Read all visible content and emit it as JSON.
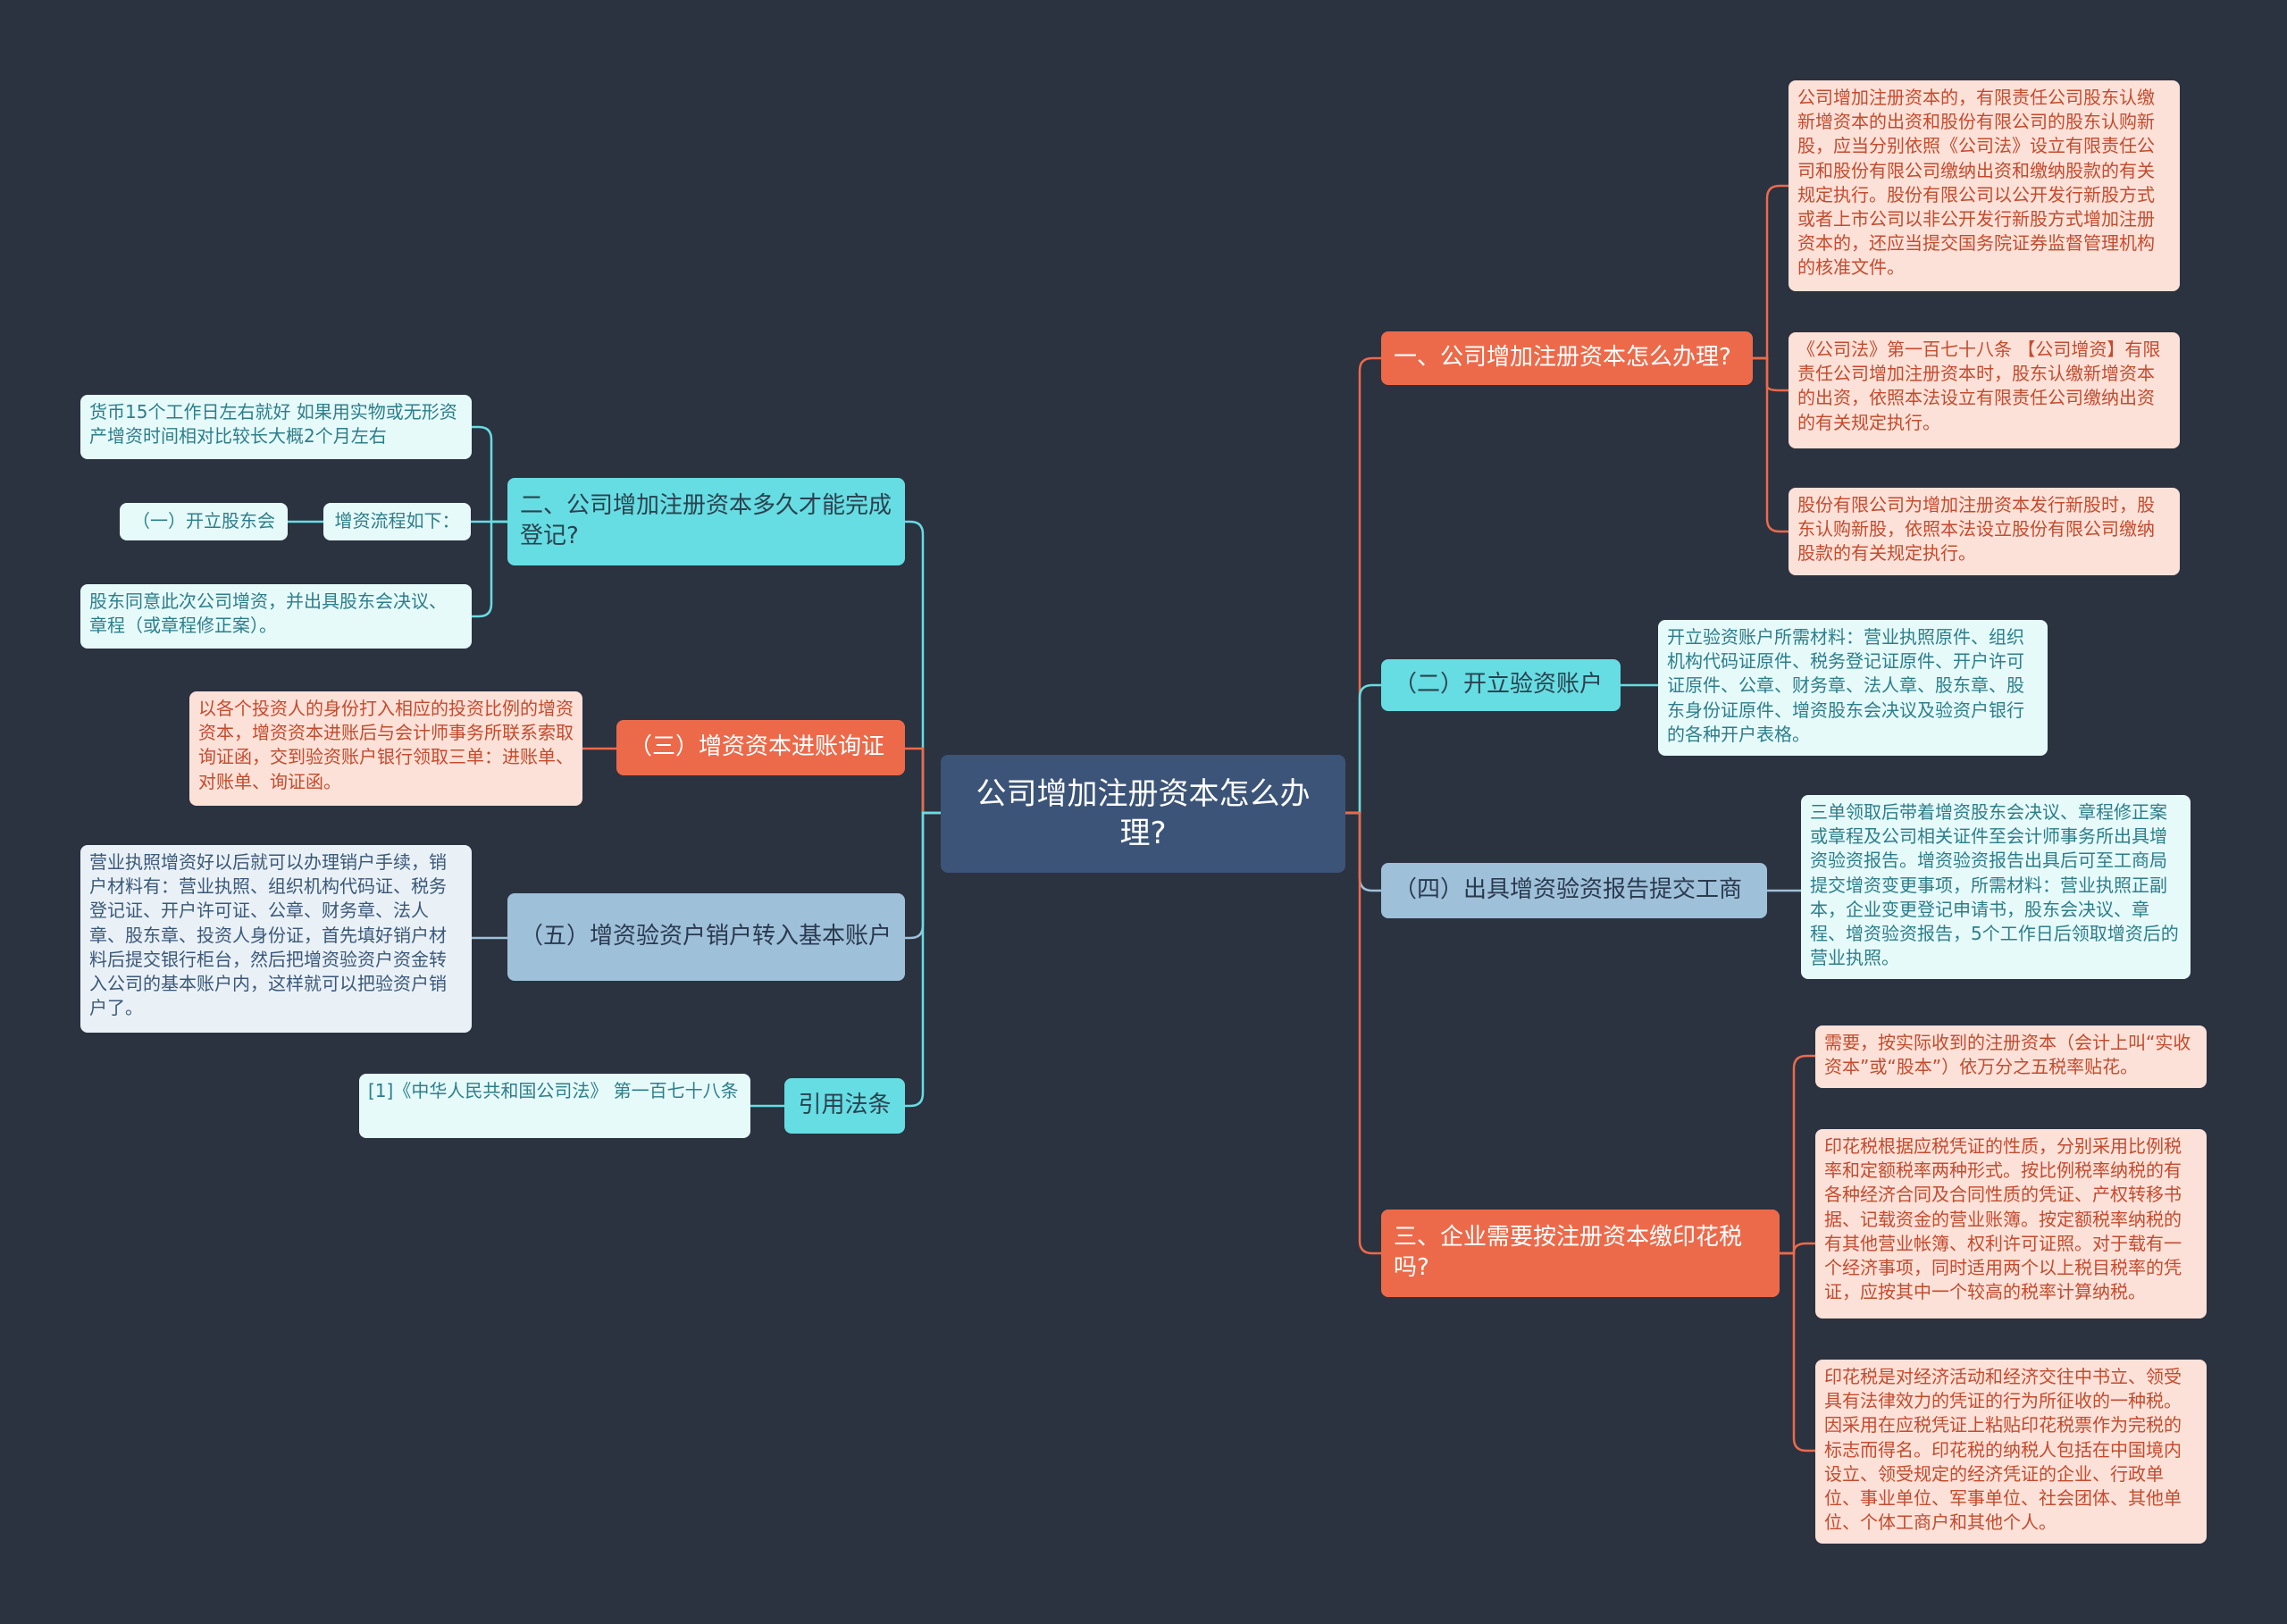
{
  "mindmap": {
    "root": "公司增加注册资本怎么办理?",
    "right": [
      {
        "label": "一、公司增加注册资本怎么办理?",
        "details": [
          "公司增加注册资本的，有限责任公司股东认缴新增资本的出资和股份有限公司的股东认购新股，应当分别依照《公司法》设立有限责任公司和股份有限公司缴纳出资和缴纳股款的有关规定执行。股份有限公司以公开发行新股方式或者上市公司以非公开发行新股方式增加注册资本的，还应当提交国务院证券监督管理机构的核准文件。",
          "《公司法》第一百七十八条 【公司增资】有限责任公司增加注册资本时，股东认缴新增资本的出资，依照本法设立有限责任公司缴纳出资的有关规定执行。",
          "股份有限公司为增加注册资本发行新股时，股东认购新股，依照本法设立股份有限公司缴纳股款的有关规定执行。"
        ]
      },
      {
        "label": "（二）开立验资账户",
        "details": [
          "开立验资账户所需材料：营业执照原件、组织机构代码证原件、税务登记证原件、开户许可证原件、公章、财务章、法人章、股东章、股东身份证原件、增资股东会决议及验资户银行的各种开户表格。"
        ]
      },
      {
        "label": "（四）出具增资验资报告提交工商",
        "details": [
          "三单领取后带着增资股东会决议、章程修正案或章程及公司相关证件至会计师事务所出具增资验资报告。增资验资报告出具后可至工商局提交增资变更事项，所需材料：营业执照正副本，企业变更登记申请书，股东会决议、章程、增资验资报告，5个工作日后领取增资后的营业执照。"
        ]
      },
      {
        "label": "三、企业需要按注册资本缴印花税吗?",
        "details": [
          "需要，按实际收到的注册资本（会计上叫“实收资本”或“股本”）依万分之五税率贴花。",
          "印花税根据应税凭证的性质，分别采用比例税率和定额税率两种形式。按比例税率纳税的有各种经济合同及合同性质的凭证、产权转移书据、记载资金的营业账簿。按定额税率纳税的有其他营业帐簿、权利许可证照。对于载有一个经济事项，同时适用两个以上税目税率的凭证，应按其中一个较高的税率计算纳税。",
          "印花税是对经济活动和经济交往中书立、领受具有法律效力的凭证的行为所征收的一种税。因采用在应税凭证上粘贴印花税票作为完税的标志而得名。印花税的纳税人包括在中国境内设立、领受规定的经济凭证的企业、行政单位、事业单位、军事单位、社会团体、其他单位、个体工商户和其他个人。"
        ]
      }
    ],
    "left": [
      {
        "label": "二、公司增加注册资本多久才能完成登记?",
        "details": [
          "货币15个工作日左右就好 如果用实物或无形资产增资时间相对比较长大概2个月左右",
          "增资流程如下：",
          "股东同意此次公司增资，并出具股东会决议、章程（或章程修正案）。"
        ],
        "sub": "（一）开立股东会"
      },
      {
        "label": "（三）增资资本进账询证",
        "details": [
          "以各个投资人的身份打入相应的投资比例的增资资本，增资资本进账后与会计师事务所联系索取询证函，交到验资账户银行领取三单：进账单、对账单、询证函。"
        ]
      },
      {
        "label": "（五）增资验资户销户转入基本账户",
        "details": [
          "营业执照增资好以后就可以办理销户手续，销户材料有：营业执照、组织机构代码证、税务登记证、开户许可证、公章、财务章、法人章、股东章、投资人身份证，首先填好销户材料后提交银行柜台，然后把增资验资户资金转入公司的基本账户内，这样就可以把验资户销户了。"
        ]
      },
      {
        "label": "引用法条",
        "details": [
          "[1]《中华人民共和国公司法》 第一百七十八条"
        ]
      }
    ]
  },
  "colors": {
    "background": "#2b3240",
    "root": "#3c5478",
    "orange_branch": "#ec6a4a",
    "cyan_branch": "#66dde2",
    "blue_branch": "#9fc0d9",
    "orange_leaf": "#fce1d8",
    "cyan_leaf": "#e6fafa",
    "blue_leaf": "#e9f1f7"
  }
}
